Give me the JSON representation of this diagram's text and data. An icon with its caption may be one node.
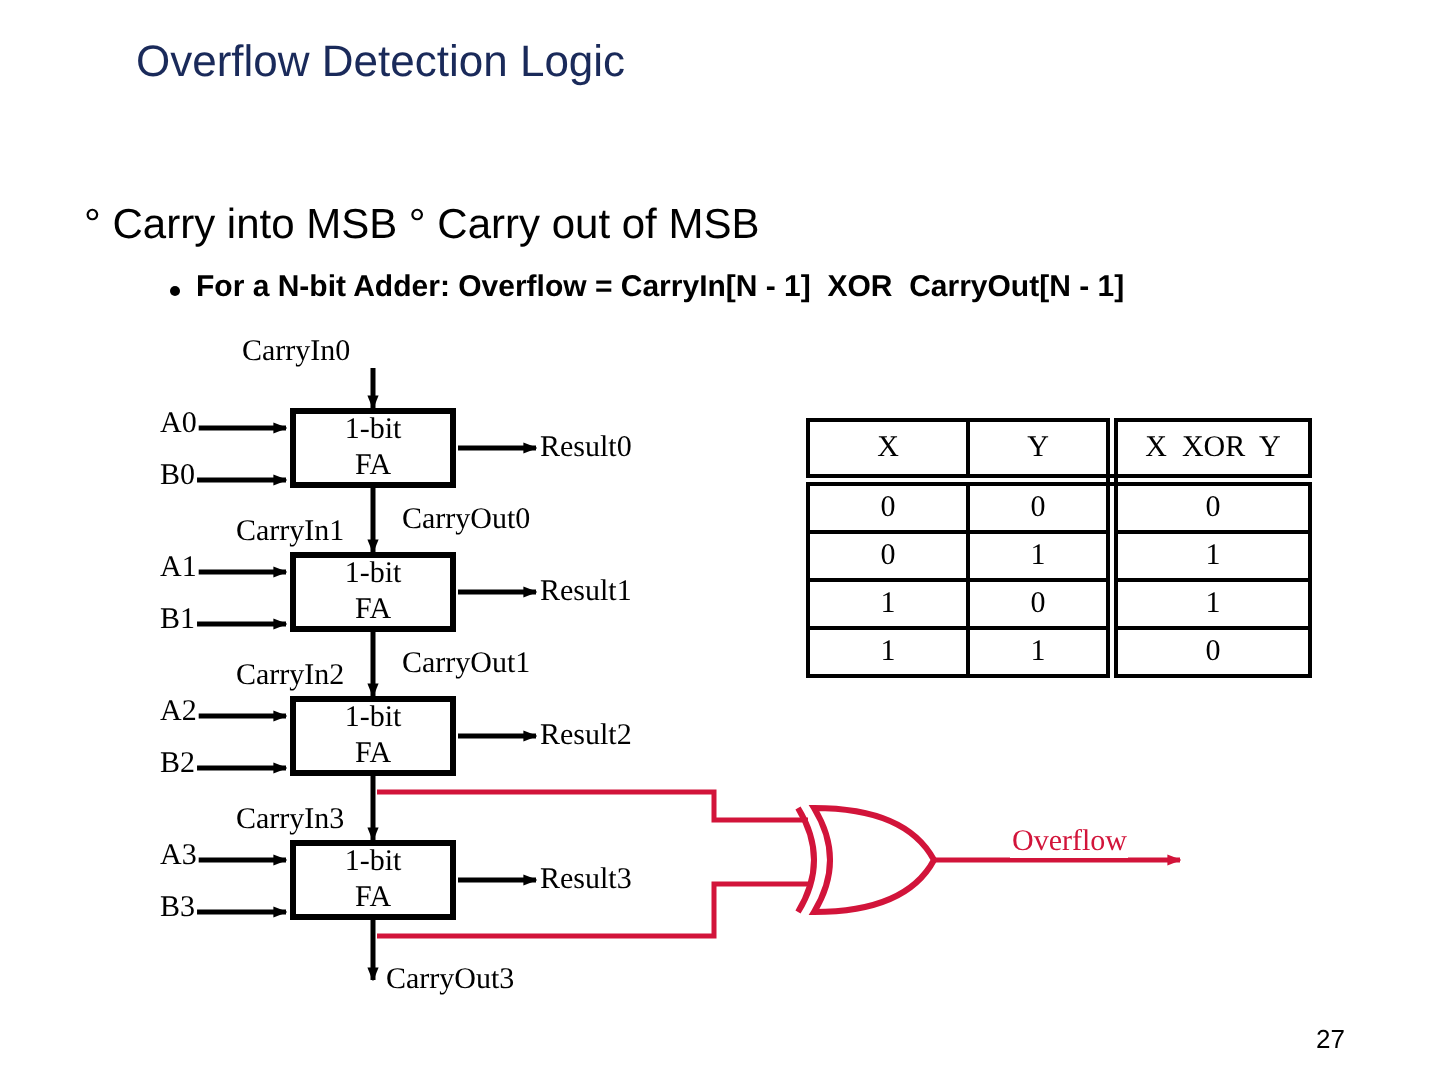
{
  "diagram": {
    "title": "Overflow Detection Logic",
    "nodes": [
      {
        "text": [
          "A0"
        ]
      },
      {
        "text": [
          "B0"
        ]
      },
      {
        "text": [
          "1-bit FA"
        ]
      },
      {
        "text": [
          "Result0"
        ]
      },
      {
        "text": [
          "A1"
        ]
      },
      {
        "text": [
          "B1"
        ]
      },
      {
        "text": [
          "1-bit FA"
        ]
      },
      {
        "text": [
          "Result1"
        ]
      },
      {
        "text": [
          "A2"
        ]
      },
      {
        "text": [
          "B2"
        ]
      },
      {
        "text": [
          "1-bit FA"
        ]
      },
      {
        "text": [
          "Result2"
        ]
      },
      {
        "text": [
          "A3"
        ]
      },
      {
        "text": [
          "B3"
        ]
      },
      {
        "text": [
          "1-bit FA"
        ]
      },
      {
        "text": [
          "Result3"
        ]
      },
      {
        "text": [],
        "shape": "gate"
      }
    ],
    "edges": [
      {
        "from": null,
        "to": 2,
        "arrow": "to",
        "label": "CarryIn0"
      },
      {
        "from": 0,
        "to": 2,
        "arrow": "to"
      },
      {
        "from": 1,
        "to": 2,
        "arrow": "to"
      },
      {
        "from": 2,
        "to": 3,
        "arrow": "to"
      },
      {
        "from": 2,
        "to": 6,
        "arrow": "to",
        "label": "CarryOut0"
      },
      {
        "from": 4,
        "to": 6,
        "arrow": "to"
      },
      {
        "from": 5,
        "to": 6,
        "arrow": "to"
      },
      {
        "from": 6,
        "to": 7,
        "arrow": "to"
      },
      {
        "from": 6,
        "to": 10,
        "arrow": "to",
        "label": "CarryOut1"
      },
      {
        "from": 8,
        "to": 10,
        "arrow": "to"
      },
      {
        "from": 9,
        "to": 10,
        "arrow": "to"
      },
      {
        "from": 10,
        "to": 11,
        "arrow": "to"
      },
      {
        "from": 10,
        "to": 14,
        "arrow": "to"
      },
      {
        "from": 12,
        "to": 14,
        "arrow": "to"
      },
      {
        "from": 13,
        "to": 14,
        "arrow": "to"
      },
      {
        "from": 14,
        "to": 15,
        "arrow": "to"
      },
      {
        "from": 14,
        "to": null,
        "arrow": "to",
        "label": "CarryOut3"
      },
      {
        "from": 10,
        "to": 16,
        "arrow": "none",
        "color": "#d2143a"
      },
      {
        "from": 14,
        "to": 16,
        "arrow": "none",
        "color": "#d2143a"
      },
      {
        "from": 16,
        "to": null,
        "arrow": "to",
        "label": "Overflow",
        "color": "#d2143a"
      }
    ],
    "labels": [
      "° Carry into MSB ° Carry out of MSB",
      "For a N-bit Adder: Overflow = CarryIn[N - 1]  XOR  CarryOut[N - 1]",
      "CarryIn1",
      "CarryIn2",
      "CarryIn3",
      "X",
      "Y",
      "X  XOR  Y",
      "0",
      "0",
      "0",
      "0",
      "1",
      "1",
      "1",
      "0",
      "1",
      "1",
      "1",
      "0",
      "27"
    ]
  }
}
